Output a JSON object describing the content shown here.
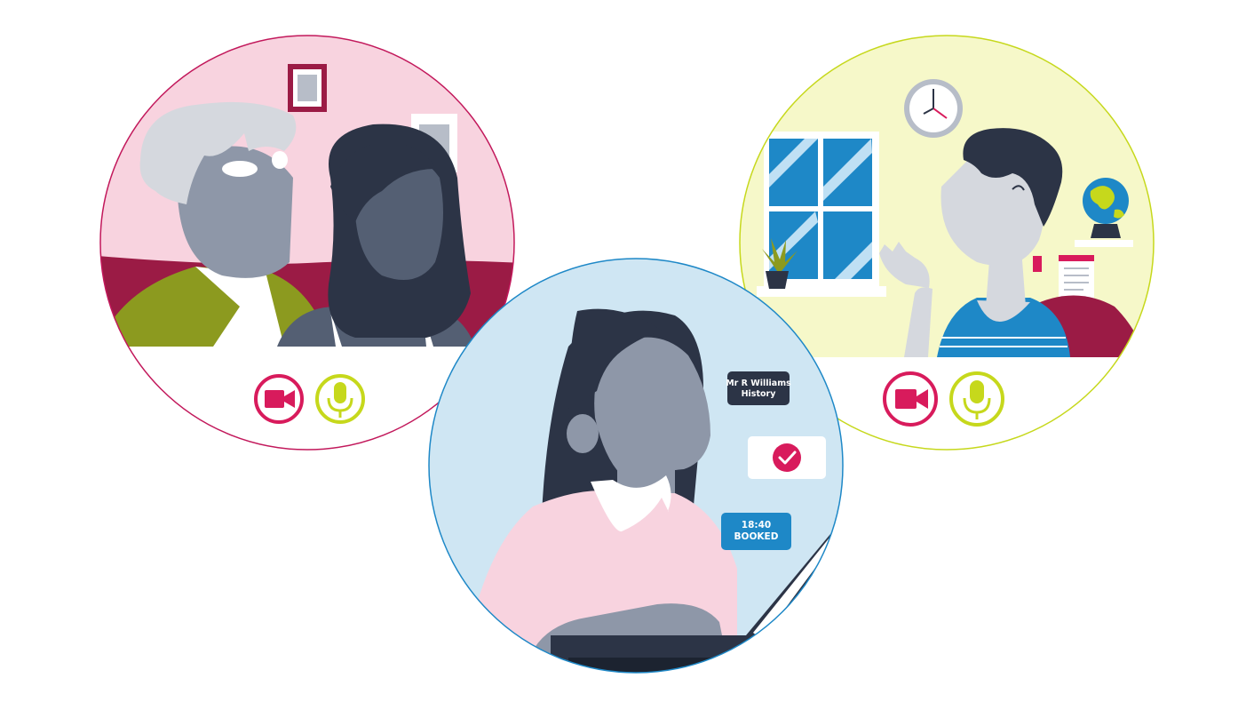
{
  "participants": [
    {
      "id": "parents",
      "controls": {
        "camera_icon": "video-camera-icon",
        "mic_icon": "microphone-icon"
      }
    },
    {
      "id": "student",
      "teacher_tag": {
        "line1": "Mr R Williams",
        "line2": "History"
      },
      "booking": {
        "time": "18:40",
        "status": "BOOKED"
      },
      "confirm_icon": "checkmark-icon"
    },
    {
      "id": "teacher",
      "controls": {
        "camera_icon": "video-camera-icon",
        "mic_icon": "microphone-icon"
      }
    }
  ],
  "colors": {
    "pink_bg": "#f8d3df",
    "maroon": "#9b1b45",
    "camera_red": "#d81b5c",
    "mic_lime": "#c6d81c",
    "yellow_bg": "#f6f8c9",
    "blue_bg": "#cfe6f3",
    "booked_blue": "#1e88c7",
    "tag_navy": "#2c3446"
  }
}
